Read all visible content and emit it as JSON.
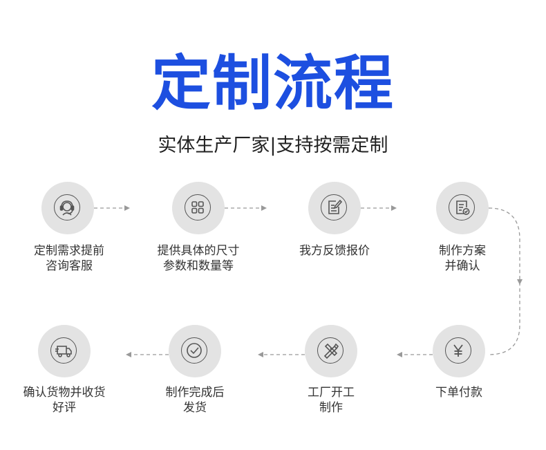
{
  "header": {
    "title": "定制流程",
    "subtitle": "实体生产厂家|支持按需定制"
  },
  "colors": {
    "accent": "#1d4fe0",
    "circle_fill": "#e3e3e3",
    "icon_stroke": "#555555",
    "arrow": "#999999"
  },
  "steps": [
    {
      "line1": "定制需求提前",
      "line2": "咨询客服",
      "icon": "customer-service-headset-icon"
    },
    {
      "line1": "提供具体的尺寸",
      "line2": "参数和数量等",
      "icon": "grid-apps-icon"
    },
    {
      "line1": "我方反馈报价",
      "line2": "",
      "icon": "edit-document-icon"
    },
    {
      "line1": "制作方案",
      "line2": "并确认",
      "icon": "document-check-icon"
    },
    {
      "line1": "下单付款",
      "line2": "",
      "icon": "yen-icon"
    },
    {
      "line1": "工厂开工",
      "line2": "制作",
      "icon": "tools-icon"
    },
    {
      "line1": "制作完成后",
      "line2": "发货",
      "icon": "check-circle-icon"
    },
    {
      "line1": "确认货物并收货",
      "line2": "好评",
      "icon": "delivery-truck-icon"
    }
  ]
}
